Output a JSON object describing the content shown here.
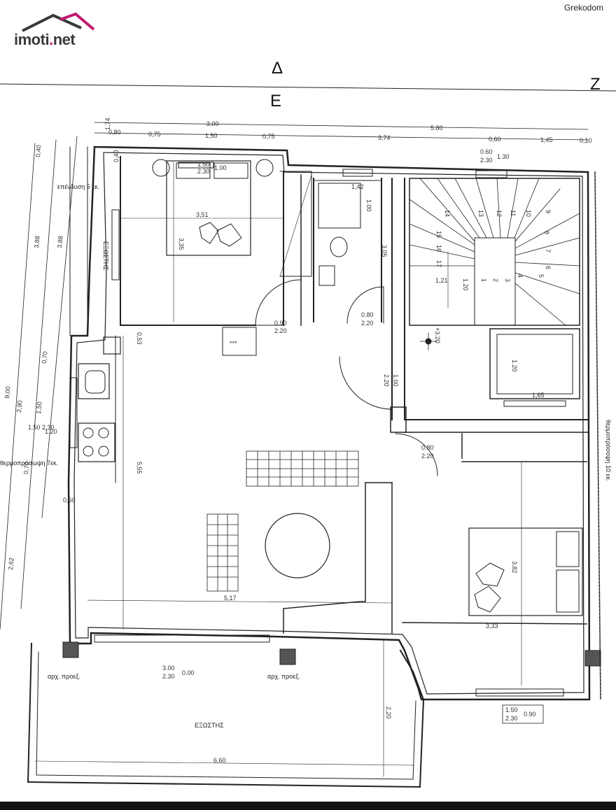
{
  "header": {
    "logo": {
      "text_main": "imoti",
      "text_dot": ".",
      "text_tld": "net"
    },
    "watermark": "Grekodom"
  },
  "compass": {
    "delta": "Δ",
    "epsilon": "Ε",
    "zeta": "Ζ"
  },
  "rooms": {
    "balcony_left": "ΕΞΩΣΤΗΣ",
    "balcony_bottom": "ΕΞΩΣΤΗΣ",
    "extension": "επένδυση 5 εκ.",
    "column_left": "αρχ. προεξ.",
    "column_mid": "αρχ. προεξ.",
    "insulation_right": "θερμοπρόσοψη 10 εκ.",
    "insulation_left": "θερμοπρόσωψη 7εκ."
  },
  "dimensions": {
    "top_300": "3,00",
    "top_580": "5.80",
    "top_080": "0,80",
    "top_075a": "0,75",
    "top_150": "1,50",
    "top_075b": "0,75",
    "top_374": "3,74",
    "top_060": "0,60",
    "top_145": "1,45",
    "top_010": "0,10",
    "top_174": "1,74",
    "left_040": "0,40",
    "left_388a": "3,88",
    "left_388b": "3,88",
    "left_900": "9,00",
    "left_290": "2,90",
    "left_070a": "0,70",
    "left_150": "1,50",
    "left_120": "1.20",
    "left_150_230": "1.50\n2.30",
    "left_070b": "0,70",
    "left_060": "0,60",
    "left_262": "2,62",
    "left_040b": "0,40",
    "bed1_w": "3,51",
    "bed1_h": "3,35",
    "win_150": "1.50",
    "win_230": "2.30",
    "win_100": "1.00",
    "bath_w": "1,42",
    "bath_h1": "1.00",
    "bath_h2": "3,05",
    "door1_a": "0.90",
    "door1_b": "2.20",
    "door2_a": "0.80",
    "door2_b": "2.20",
    "door3_a": "1.00",
    "door3_b": "2.20",
    "door4_a": "0.80",
    "door4_b": "2.20",
    "stair_w": "1,21",
    "stair_h": "1.20",
    "win_top_060": "0.60",
    "win_top_130": "1.30",
    "win_top_230": "2.30",
    "level": "+3.20",
    "elev_w": "1,65",
    "elev_h": "1.20",
    "living_h": "5,55",
    "living_w": "5,17",
    "kitchen_053": "0,53",
    "bed2_w": "3,33",
    "bed2_h": "3,82",
    "balc_300": "3.00",
    "balc_230": "2.30",
    "balc_000": "0.00",
    "balc_w": "6,60",
    "balc_h": "2,20",
    "win_br_150": "1.50",
    "win_br_230": "2.30",
    "win_br_090": "0.90",
    "stars": "***"
  },
  "stairs": [
    "1",
    "2",
    "3",
    "4",
    "5",
    "6",
    "7",
    "8",
    "9",
    "10",
    "11",
    "12",
    "13",
    "14",
    "15",
    "16",
    "17"
  ],
  "colors": {
    "line": "#222222",
    "faint": "#666666",
    "brand_dot": "#c21a6e",
    "logo_gray": "#3a3a3a"
  }
}
